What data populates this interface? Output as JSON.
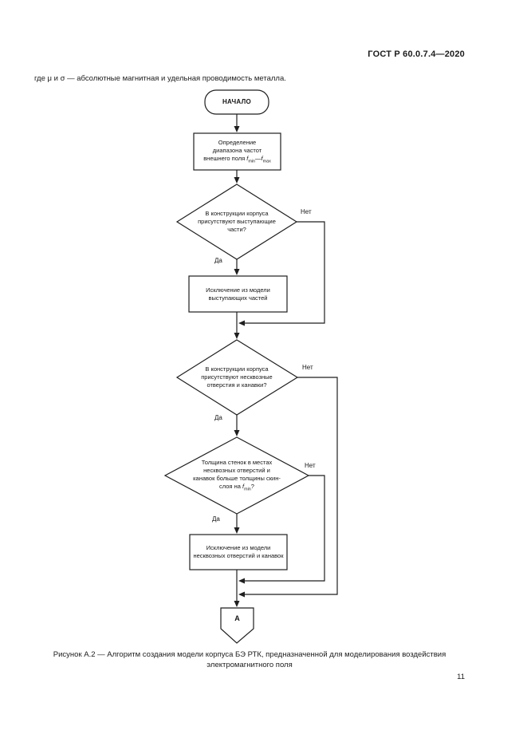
{
  "page": {
    "header": "ГОСТ Р 60.0.7.4—2020",
    "intro": "где μ  и  σ — абсолютные магнитная и удельная проводимость металла.",
    "caption": "Рисунок А.2 — Алгоритм создания модели корпуса БЭ РТК, предназначенной для моделирования воздействия электромагнитного поля",
    "page_number": "11"
  },
  "flowchart": {
    "start_label": "НАЧАЛО",
    "box1": {
      "line1": "Определение",
      "line2": "диапазона частот",
      "line3_prefix": "внешнего поля ",
      "f1": "f",
      "sub1": "min",
      "dash": "—",
      "f2": "f",
      "sub2": "max"
    },
    "decision1": "В конструкции корпуса присутствуют выступающие части?",
    "box2": "Исключение из модели выступающих частей",
    "decision2": "В конструкции корпуса присутствуют несквозные отверстия и канавки?",
    "decision3": {
      "prefix": "Толщина стенок в местах несквозных отверстий и канавок больше толщины скин-слоя на ",
      "f": "f",
      "sub": "min",
      "suffix": "?"
    },
    "box3": "Исключение из модели несквозных отверстий и канавок",
    "labels": {
      "yes": "Да",
      "no": "Нет"
    },
    "connector_a": "А"
  }
}
